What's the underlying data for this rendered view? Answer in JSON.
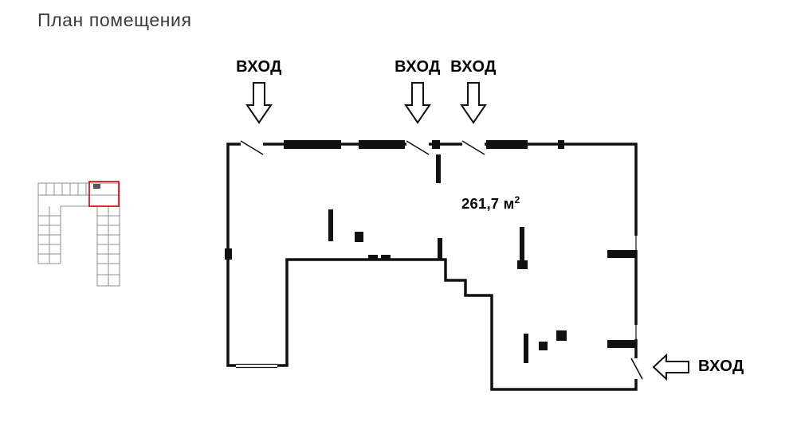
{
  "title": "План помещения",
  "floor_plan": {
    "area_value": "261,7 м",
    "area_exponent": "2",
    "entrance_top_1": "ВХОД",
    "entrance_top_2": "ВХОД",
    "entrance_top_3": "ВХОД",
    "entrance_right": "ВХОД"
  },
  "colors": {
    "accent_red": "#cc1b1b",
    "wall_black": "#111111",
    "minimap_gray": "#8f8f8f",
    "title_gray": "#3b3b3b"
  }
}
